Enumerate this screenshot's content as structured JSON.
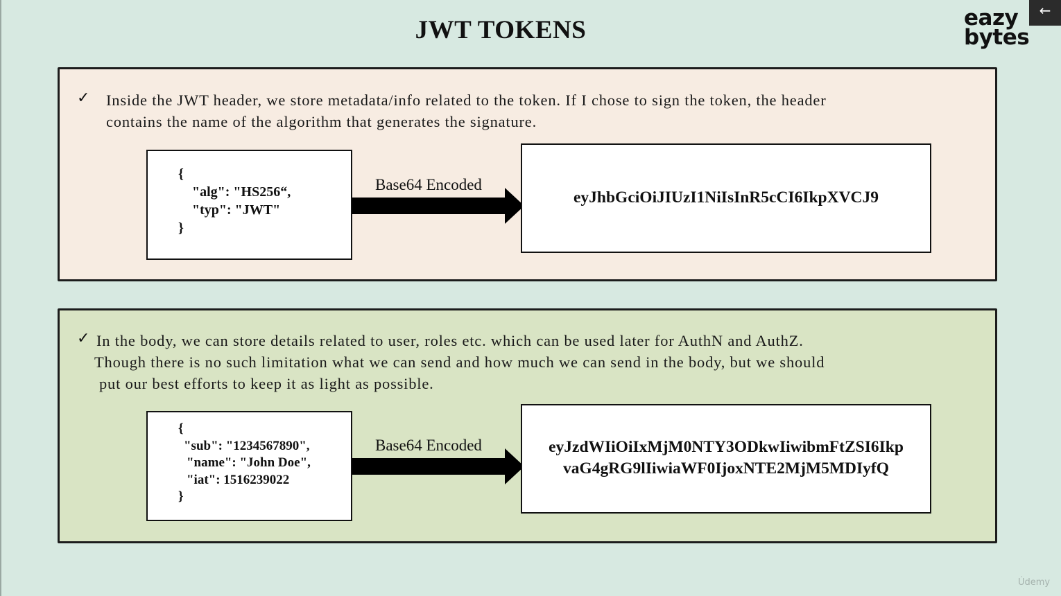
{
  "slide": {
    "title": "JWT TOKENS",
    "logo": {
      "line1": "eazy",
      "line2": "bytes"
    },
    "back_icon": "←",
    "check_icon": "✓",
    "watermark": "Údemy"
  },
  "header_section": {
    "bullet_lines": [
      "Inside the JWT header, we store metadata/info related to the token. If  I chose to sign the token, the header",
      "contains the name of  the algorithm that generates the signature."
    ],
    "json_lines": [
      "{",
      "    \"alg\": \"HS256“,",
      "    \"typ\": \"JWT\"",
      "}"
    ],
    "arrow_label": "Base64 Encoded",
    "encoded_lines": [
      "eyJhbGciOiJIUzI1NiIsInR5cCI6IkpXVCJ9"
    ]
  },
  "body_section": {
    "bullet_lines": [
      "In the body, we can store details related to user, roles etc. which can be used later for AuthN and AuthZ.",
      "Though there is no such limitation what we can send and how much we can send in the body, but we should",
      "put our best efforts to keep it as light as possible."
    ],
    "json_lines": [
      "{",
      "\"sub\": \"1234567890\",",
      "\"name\": \"John Doe\",",
      "\"iat\": 1516239022",
      "}"
    ],
    "arrow_label": "Base64 Encoded",
    "encoded_lines": [
      "eyJzdWIiOiIxMjM0NTY3ODkwIiwibmFtZSI6Ikp",
      "vaG4gRG9lIiwiaWF0IjoxNTE2MjM5MDIyfQ"
    ]
  },
  "colors": {
    "background": "#d7e9e1",
    "header_panel": "#f7ece2",
    "body_panel": "#d9e4c4",
    "arrow": "#000000"
  }
}
